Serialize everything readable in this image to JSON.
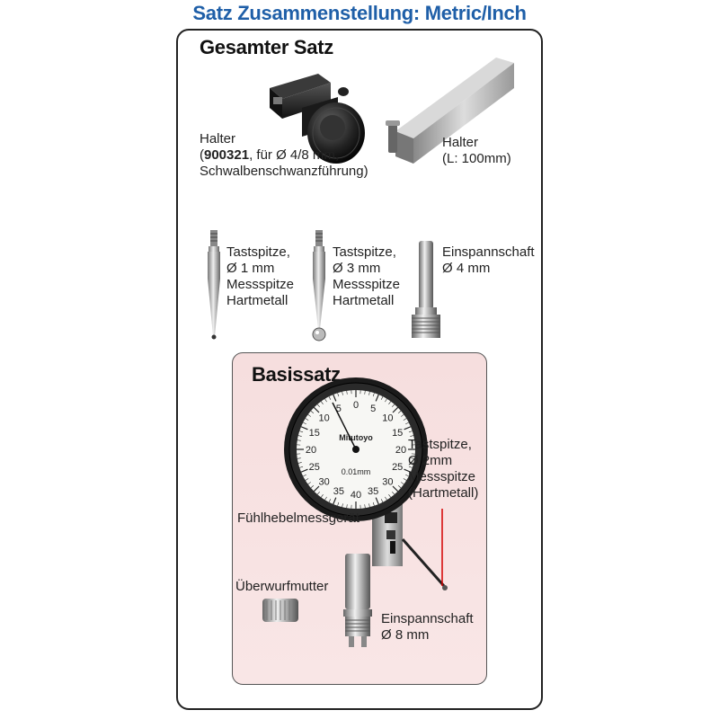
{
  "header": {
    "title": "Satz Zusammenstellung: Metric/Inch"
  },
  "full_set": {
    "title": "Gesamter Satz",
    "holder_clamp": {
      "line1": "Halter",
      "code": "900321",
      "line2_rest": ", für Ø 4/8 mm,",
      "line3": "Schwalbenschwanzführung)",
      "paren_open": "("
    },
    "holder_bar": {
      "line1": "Halter",
      "line2": "(L: 100mm)"
    },
    "tip1": {
      "line1": "Tastspitze,",
      "line2": "Ø 1 mm",
      "line3": "Messspitze",
      "line4": "Hartmetall"
    },
    "tip3": {
      "line1": "Tastspitze,",
      "line2": "Ø 3 mm",
      "line3": "Messspitze",
      "line4": "Hartmetall"
    },
    "shank4": {
      "line1": "Einspannschaft",
      "line2": "Ø 4 mm"
    }
  },
  "basic_set": {
    "title": "Basissatz",
    "tip2": {
      "line1": "Tastspitze,",
      "line2": "Ø 2mm",
      "line3": "Messspitze",
      "line4": "(Hartmetall)"
    },
    "indicator_label": "Fühlhebelmessgerät",
    "nut_label": "Überwurfmutter",
    "shank8": {
      "line1": "Einspannschaft",
      "line2": "Ø 8 mm"
    },
    "dial": {
      "brand": "Mitutoyo",
      "resolution": "0.01mm",
      "numbers": [
        "0",
        "5",
        "10",
        "15",
        "20",
        "25",
        "30",
        "35",
        "40"
      ]
    }
  }
}
